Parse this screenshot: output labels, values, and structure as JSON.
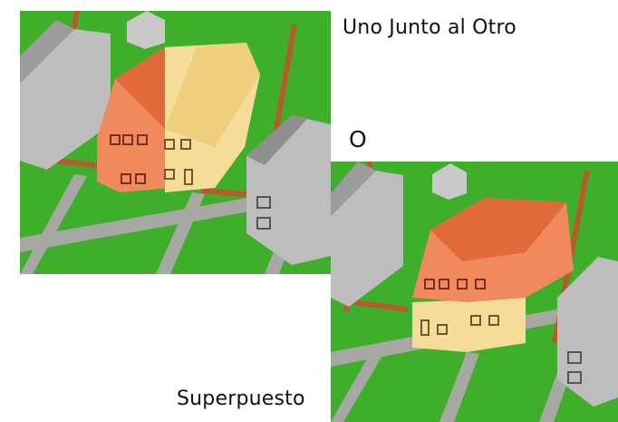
{
  "captions": {
    "side_by_side": "Uno Junto al Otro",
    "or": "O",
    "stacked": "Superpuesto"
  },
  "colors": {
    "lawn": "#3fae2b",
    "sidewalk": "#a7a7a3",
    "fence": "#b75a2c",
    "neighbor_house": "#bdbdbd",
    "unit_orange": "#f08a5e",
    "unit_yellow": "#f5dc98"
  },
  "scenes": [
    {
      "name": "side-by-side-scene",
      "arrangement": "side-by-side"
    },
    {
      "name": "stacked-scene",
      "arrangement": "stacked"
    }
  ]
}
